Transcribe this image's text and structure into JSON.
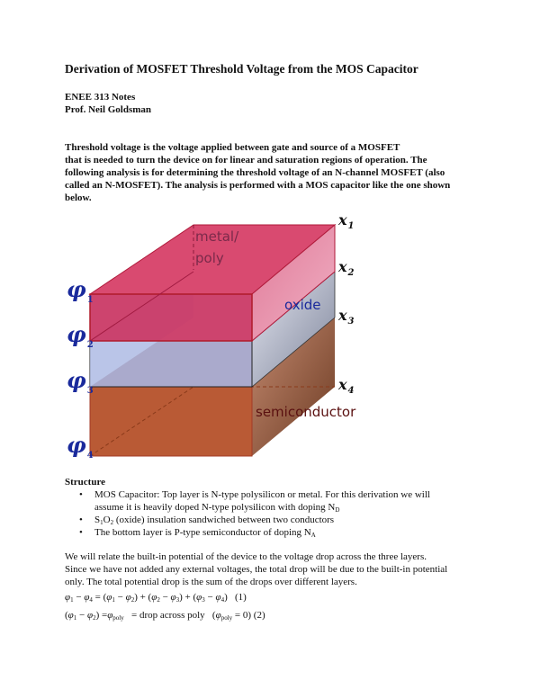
{
  "title": "Derivation of MOSFET Threshold Voltage from the MOS Capacitor",
  "course": "ENEE 313 Notes",
  "author": "Prof. Neil Goldsman",
  "intro_lines": [
    "Threshold voltage is the voltage applied between gate and source of a MOSFET",
    "that is needed to turn the device on for linear and saturation regions of operation. The",
    "following analysis is for determining the threshold voltage of an N-channel MOSFET (also",
    "called an N-MOSFET). The analysis is performed with a MOS capacitor like the one shown",
    "below."
  ],
  "diagram": {
    "layers": {
      "top": "metal/",
      "top2": "poly",
      "middle": "oxide",
      "bottom": "semiconductor"
    },
    "phi_labels": [
      "φ",
      "φ",
      "φ",
      "φ"
    ],
    "phi_subs": [
      "1",
      "2",
      "3",
      "4"
    ],
    "x_labels": [
      "x",
      "x",
      "x",
      "x"
    ],
    "x_subs": [
      "1",
      "2",
      "3",
      "4"
    ],
    "colors": {
      "metal": "#d6416a",
      "oxide": "#b8c8ee",
      "semiconductor": "#b95a35",
      "label_blue": "#1a2a9c"
    }
  },
  "structure": {
    "heading": "Structure",
    "bullets": [
      {
        "lines": [
          "MOS Capacitor: Top layer is N-type polysilicon or metal. For this derivation we will",
          "assume it is heavily doped N-type polysilicon with doping N"
        ],
        "sub": "D"
      },
      {
        "pre": "S",
        "sub1": "1",
        "mid": "O",
        "sub2": "2",
        "post": " (oxide) insulation sandwiched between two conductors"
      },
      {
        "lines": [
          "The bottom layer is P-type semiconductor of doping N"
        ],
        "sub": "A"
      }
    ]
  },
  "paragraph_lines": [
    "We will relate the built-in potential of the device to the voltage drop across the three layers.",
    "Since we have not added any external voltages, the total drop will be due to the built-in potential",
    "only. The total potential drop is the sum of the drops over different layers."
  ],
  "equations": {
    "eq1": {
      "label": "(1)"
    },
    "eq2": {
      "text": "= drop across poly",
      "poly": "poly",
      "zero": "= 0",
      "label": "(2)"
    }
  }
}
